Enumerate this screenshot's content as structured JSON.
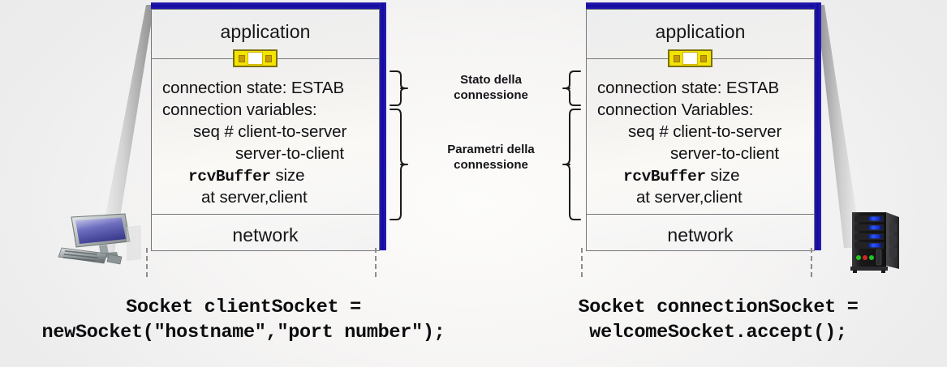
{
  "meta": {
    "title": "TCP connection state / socket API diagram",
    "background_color": "#ececee",
    "accent_blue": "#140a9e",
    "socket_yellow": "#f2e400"
  },
  "client": {
    "device_icon": "desktop-computer-icon",
    "stack": {
      "application_label": "application",
      "network_label": "network",
      "socket_icon": "socket-icon",
      "lines": [
        {
          "text": "connection state: ESTAB",
          "indent": 0,
          "mono": false
        },
        {
          "text": "connection variables:",
          "indent": 0,
          "mono": false
        },
        {
          "text": "seq # client-to-server",
          "indent": 38,
          "mono": false
        },
        {
          "text": "server-to-client",
          "indent": 90,
          "mono": false
        },
        {
          "text": "rcvBuffer",
          "suffix": " size",
          "indent": 32,
          "mono": true
        },
        {
          "text": "at server,client",
          "indent": 48,
          "mono": false
        }
      ]
    },
    "code": {
      "line1": "Socket clientSocket =",
      "line2": "newSocket(\"hostname\",\"port number\");"
    }
  },
  "server": {
    "device_icon": "server-tower-icon",
    "stack": {
      "application_label": "application",
      "network_label": "network",
      "socket_icon": "socket-icon",
      "lines": [
        {
          "text": "connection state: ESTAB",
          "indent": 0,
          "mono": false
        },
        {
          "text": "connection Variables:",
          "indent": 0,
          "mono": false
        },
        {
          "text": "seq # client-to-server",
          "indent": 38,
          "mono": false
        },
        {
          "text": "server-to-client",
          "indent": 90,
          "mono": false
        },
        {
          "text": "rcvBuffer",
          "suffix": " size",
          "indent": 32,
          "mono": true
        },
        {
          "text": "at server,client",
          "indent": 48,
          "mono": false
        }
      ]
    },
    "code": {
      "line1": "Socket connectionSocket =",
      "line2": "welcomeSocket.accept();"
    }
  },
  "annotations": {
    "state": {
      "line1": "Stato della",
      "line2": "connessione"
    },
    "params": {
      "line1": "Parametri della",
      "line2": "connessione"
    }
  }
}
